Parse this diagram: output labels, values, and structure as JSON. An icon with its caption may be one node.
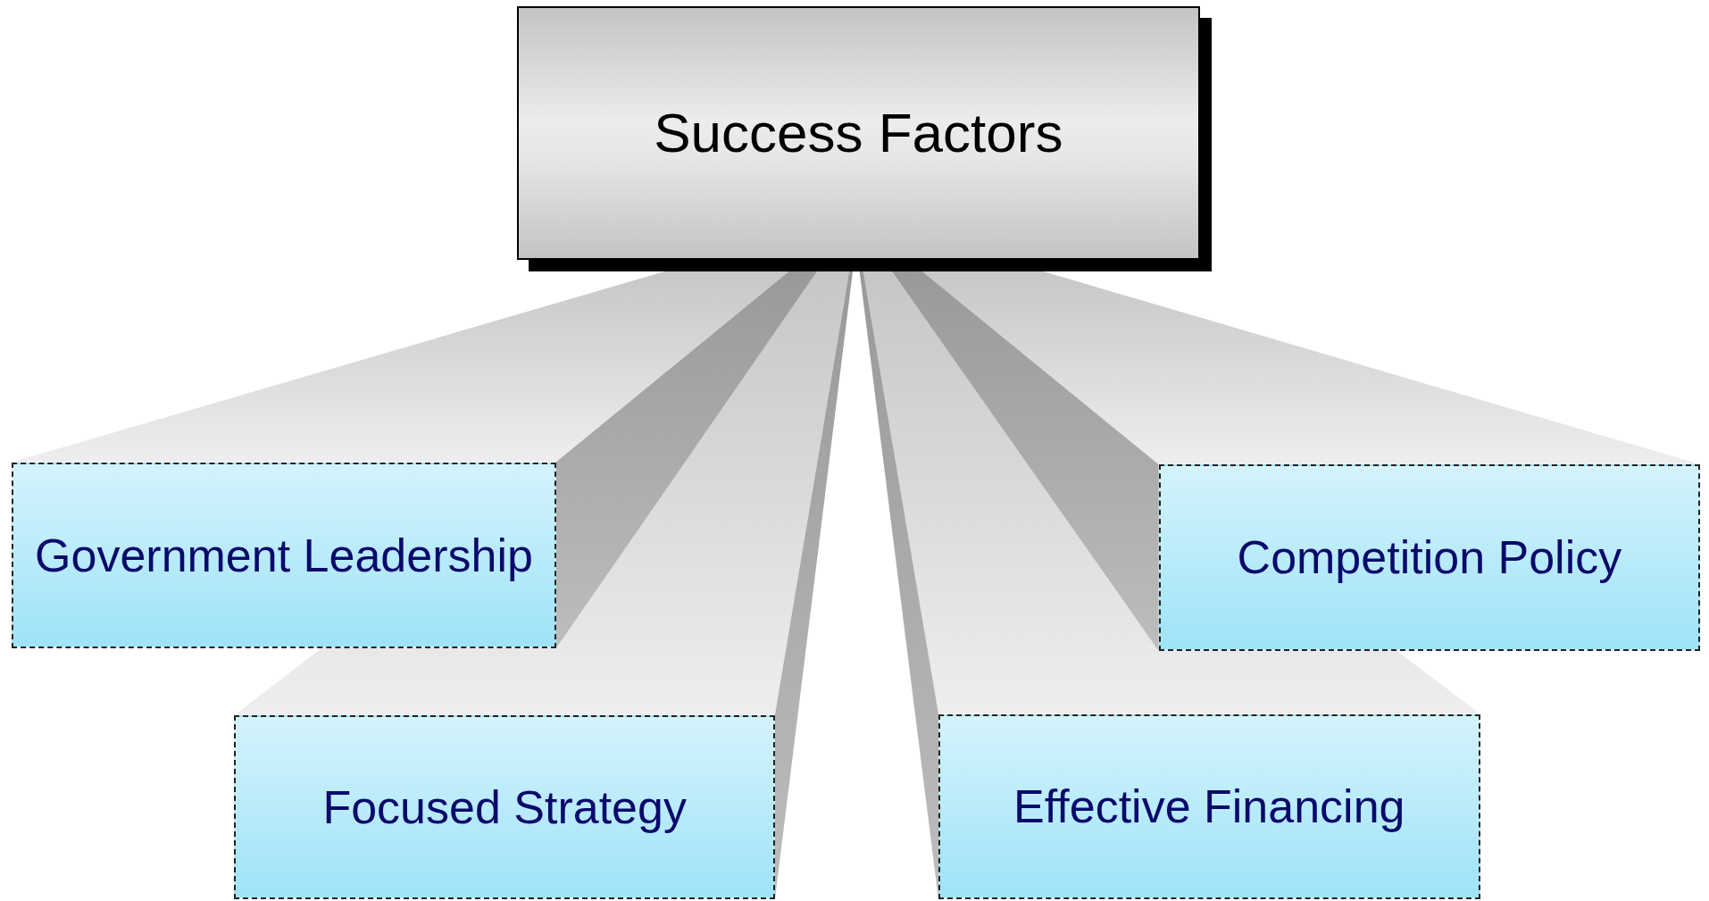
{
  "diagram": {
    "nodes": [
      {
        "text": [
          "Success Factors"
        ]
      },
      {
        "text": [
          "Government Leadership"
        ]
      },
      {
        "text": [
          "Focused Strategy"
        ]
      },
      {
        "text": [
          "Effective Financing"
        ]
      },
      {
        "text": [
          "Competition Policy"
        ]
      }
    ],
    "edges": [
      {
        "from": 0,
        "to": 1,
        "arrow": "none"
      },
      {
        "from": 0,
        "to": 2,
        "arrow": "none"
      },
      {
        "from": 0,
        "to": 3,
        "arrow": "none"
      },
      {
        "from": 0,
        "to": 4,
        "arrow": "none"
      }
    ]
  }
}
